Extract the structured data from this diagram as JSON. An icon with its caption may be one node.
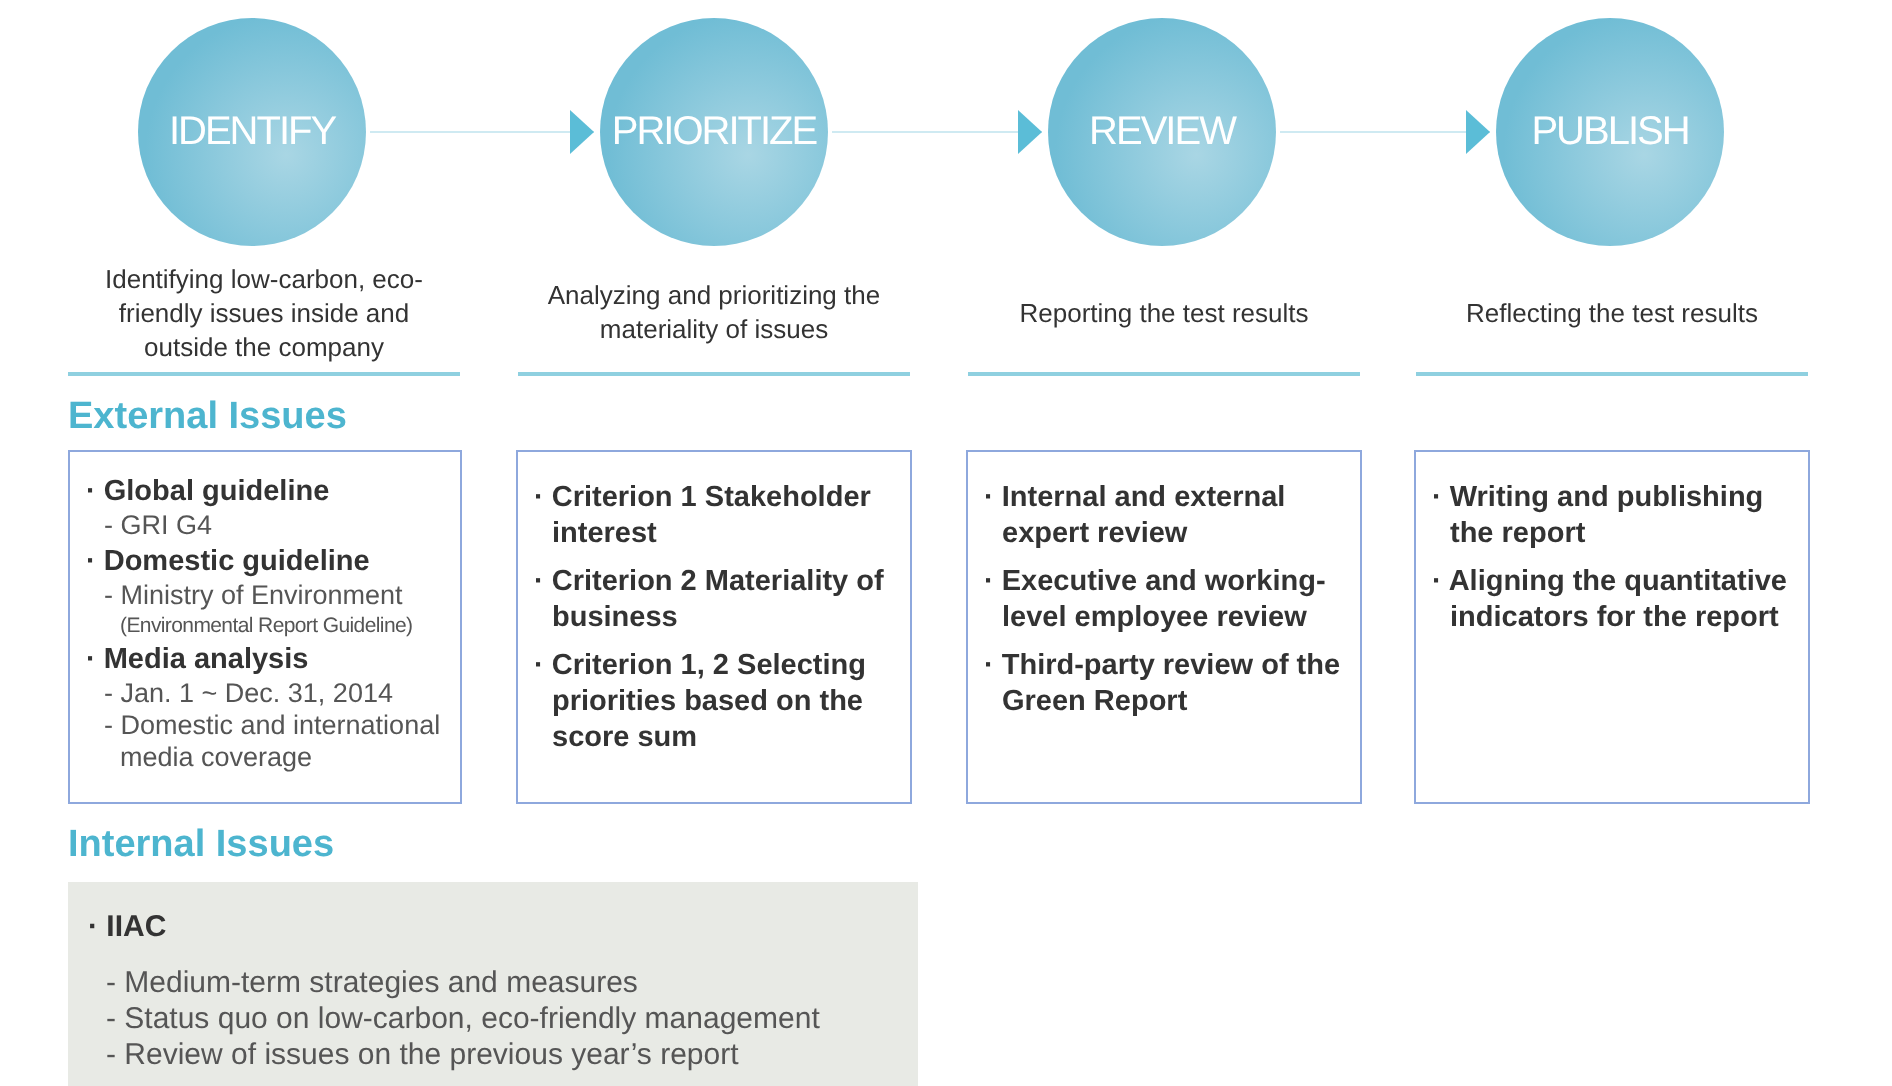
{
  "diagram": {
    "nodes": [
      {
        "text": [
          "IDENTIFY"
        ],
        "beside": [
          "Identifying low-carbon, eco-friendly issues inside and outside the company"
        ]
      },
      {
        "text": [
          "PRIORITIZE"
        ],
        "beside": [
          "Analyzing and prioritizing the materiality of issues"
        ]
      },
      {
        "text": [
          "REVIEW"
        ],
        "beside": [
          "Reporting the test results"
        ]
      },
      {
        "text": [
          "PUBLISH"
        ],
        "beside": [
          "Reflecting the test results"
        ]
      },
      {
        "text": [
          "External Issues",
          "· Global guideline",
          "- GRI G4",
          "· Domestic guideline",
          "- Ministry of Environment",
          "(Environmental Report Guideline)",
          "· Media analysis",
          "- Jan. 1 ~ Dec. 31, 2014",
          "- Domestic and international media coverage"
        ]
      },
      {
        "text": [
          "· Criterion 1 Stakeholder interest",
          "· Criterion 2 Materiality of business",
          "· Criterion 1, 2 Selecting priorities based on the score sum"
        ]
      },
      {
        "text": [
          "· Internal and external expert review",
          "· Executive and working-level employee review",
          "· Third-party review of the Green Report"
        ]
      },
      {
        "text": [
          "· Writing and publishing the report",
          "· Aligning the quantitative indicators for the report"
        ]
      },
      {
        "text": [
          "Internal Issues",
          "· IIAC",
          "- Medium-term strategies and measures",
          "- Status quo on low-carbon, eco-friendly management",
          "- Review of issues on the previous year’s report"
        ]
      }
    ],
    "edges": [
      {
        "from": 0,
        "to": 1,
        "arrow": "to"
      },
      {
        "from": 1,
        "to": 2,
        "arrow": "to"
      },
      {
        "from": 2,
        "to": 3,
        "arrow": "to"
      }
    ]
  }
}
